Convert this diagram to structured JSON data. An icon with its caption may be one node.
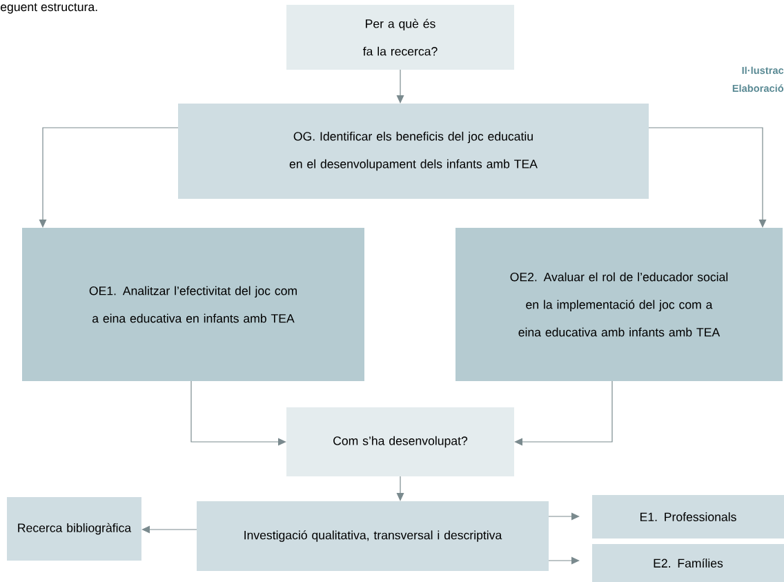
{
  "diagram": {
    "nodes": [
      {
        "text": [
          "Per a què és fa la recerca?"
        ]
      },
      {
        "text": [
          "OG. Identificar els beneficis del joc educatiu en el desenvolupament dels infants amb TEA"
        ]
      },
      {
        "text": [
          "OE1. Analitzar l’efectivitat del joc com a eina educativa en infants amb TEA"
        ]
      },
      {
        "text": [
          "OE2. Avaluar el rol de l’educador social en la implementació del joc com a eina educativa amb infants amb TEA"
        ]
      },
      {
        "text": [
          "Com s’ha desenvolupat?"
        ]
      },
      {
        "text": [
          "Investigació qualitativa, transversal i descriptiva"
        ]
      },
      {
        "text": [
          "Recerca bibliogràfica"
        ]
      },
      {
        "text": [
          "E1.  Professionals"
        ]
      },
      {
        "text": [
          "E2. Famílies"
        ]
      }
    ],
    "edges": [
      {
        "from": 0,
        "to": 1,
        "arrow": "to"
      },
      {
        "from": 1,
        "to": 2,
        "arrow": "to"
      },
      {
        "from": 1,
        "to": 3,
        "arrow": "to"
      },
      {
        "from": 2,
        "to": 4,
        "arrow": "to"
      },
      {
        "from": 3,
        "to": 4,
        "arrow": "to"
      },
      {
        "from": 4,
        "to": 5,
        "arrow": "to"
      },
      {
        "from": 5,
        "to": 6,
        "arrow": "to"
      },
      {
        "from": 5,
        "to": 7,
        "arrow": "to"
      },
      {
        "from": 5,
        "to": 8,
        "arrow": "to"
      }
    ],
    "labels": [
      "eguent estructura.",
      "Il·lustrac",
      "Elaboració"
    ]
  }
}
